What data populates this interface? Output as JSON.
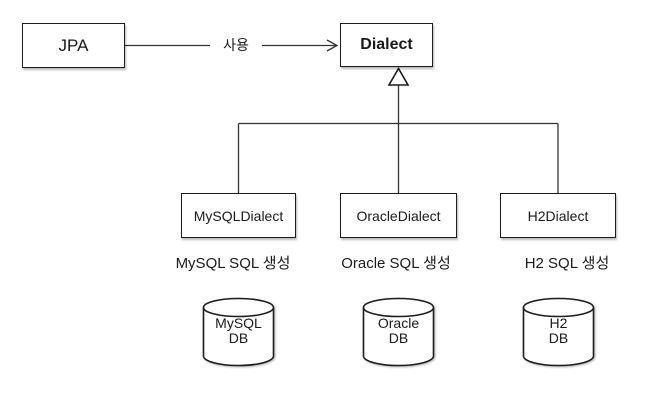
{
  "diagram": {
    "title_hint": "JPA Dialect inheritance diagram",
    "colors": {
      "line": "#333333",
      "border": "#1c1c1c",
      "text": "#1a1a1a",
      "fill": "#ffffff"
    },
    "jpa": {
      "label": "JPA"
    },
    "dialect": {
      "label": "Dialect"
    },
    "use_edge": {
      "label": "사용"
    },
    "subclasses": [
      {
        "label": "MySQLDialect",
        "caption": "MySQL SQL 생성",
        "db": {
          "line1": "MySQL",
          "line2": "DB"
        }
      },
      {
        "label": "OracleDialect",
        "caption": "Oracle SQL 생성",
        "db": {
          "line1": "Oracle",
          "line2": "DB"
        }
      },
      {
        "label": "H2Dialect",
        "caption": "H2 SQL 생성",
        "db": {
          "line1": "H2",
          "line2": "DB"
        }
      }
    ]
  }
}
